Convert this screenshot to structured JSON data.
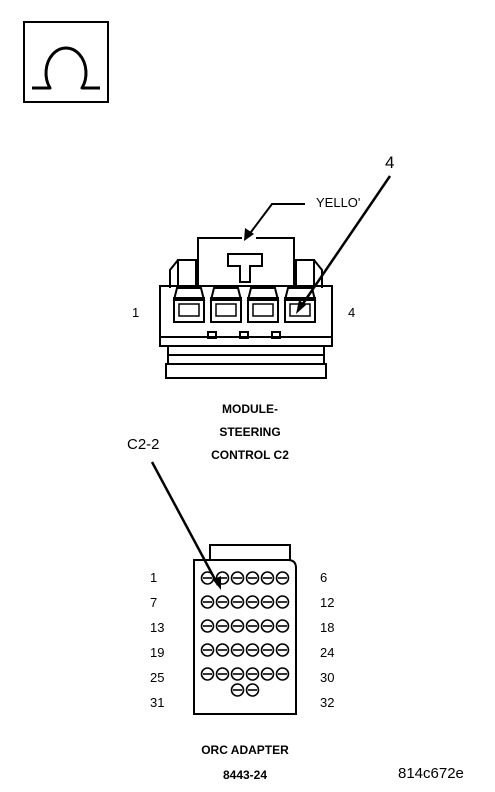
{
  "symbol": {
    "glyph": "Ω",
    "icon": "ohm-icon"
  },
  "module_connector": {
    "wire_color_label": "YELLO'",
    "callout": "4",
    "pin_left": "1",
    "pin_right": "4",
    "caption_line1": "MODULE-",
    "caption_line2": "STEERING",
    "caption_line3": "CONTROL C2",
    "pin_count": 4
  },
  "adapter": {
    "callout": "C2-2",
    "row_labels_left": [
      "1",
      "7",
      "13",
      "19",
      "25",
      "31"
    ],
    "row_labels_right": [
      "6",
      "12",
      "18",
      "24",
      "30",
      "32"
    ],
    "rows_pins": [
      6,
      6,
      6,
      6,
      6,
      2
    ],
    "caption_line1": "ORC ADAPTER",
    "caption_line2": "8443-24"
  },
  "figure_id": "814c672e"
}
